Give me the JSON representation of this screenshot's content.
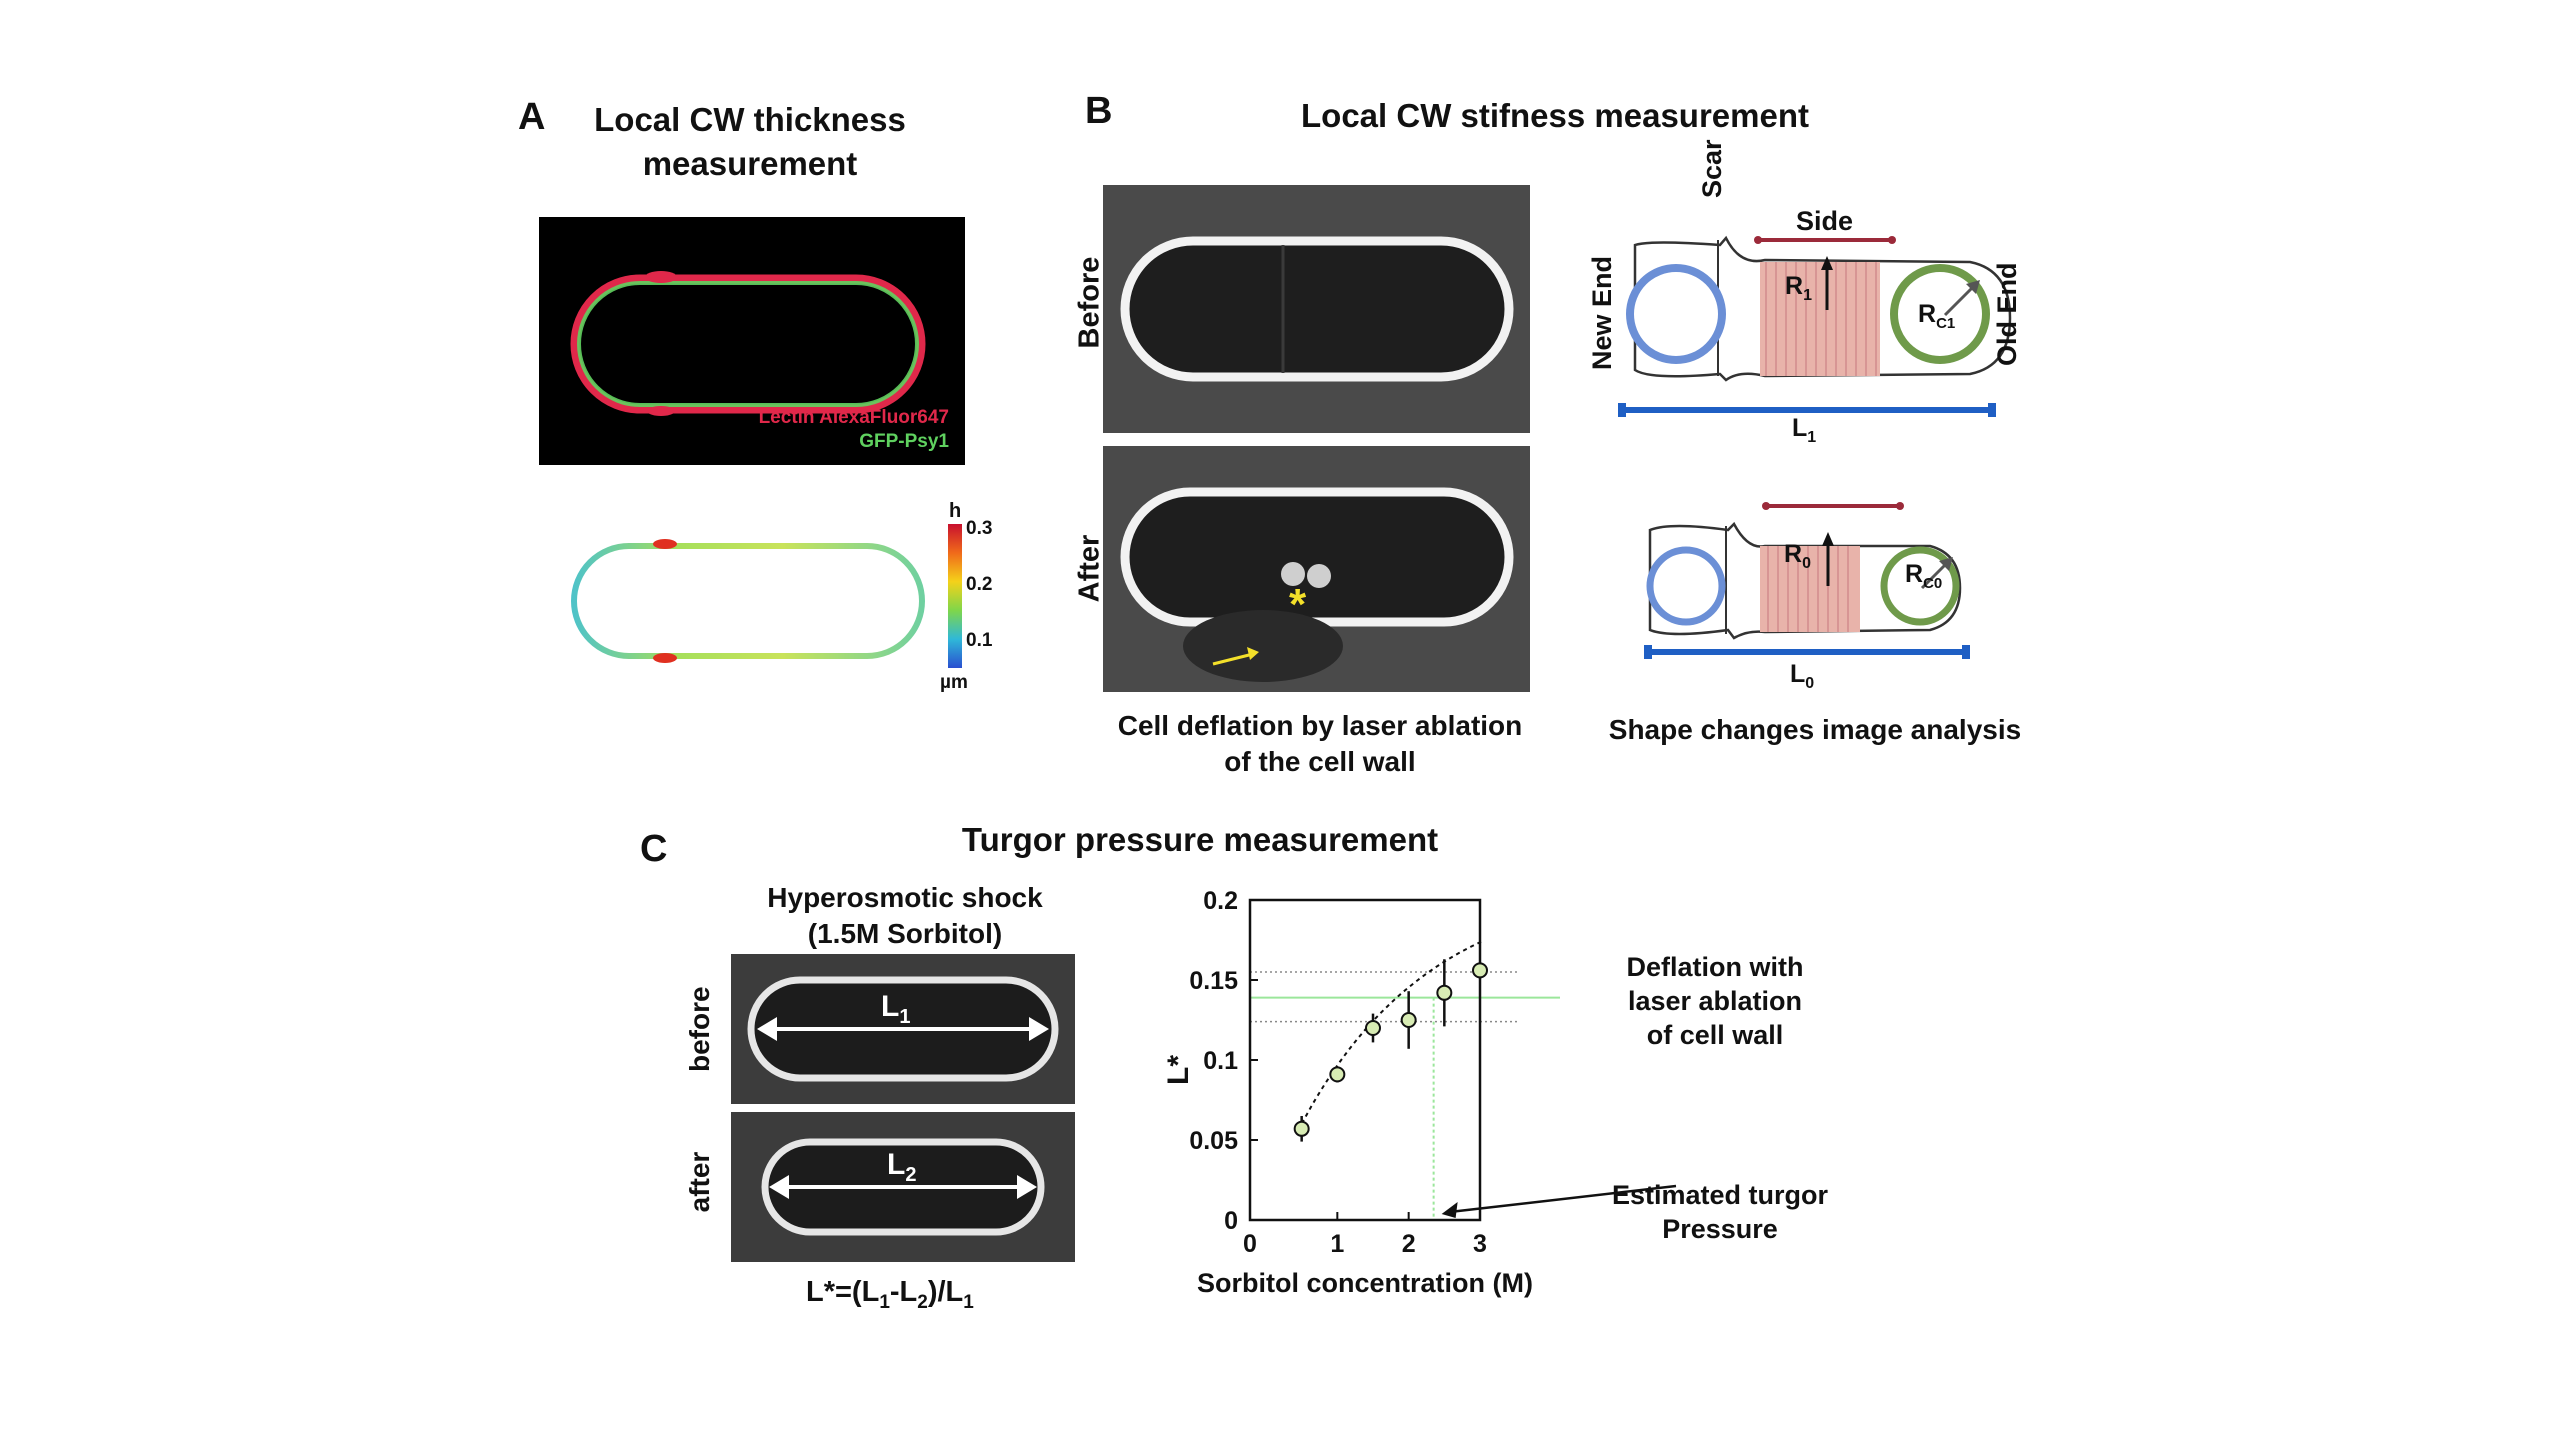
{
  "panelA": {
    "letter": "A",
    "title_line1": "Local CW thickness",
    "title_line2": "measurement",
    "legend_lectin": "Lectin AlexaFluor647",
    "legend_gfp": "GFP-Psy1",
    "colorbar": {
      "top_label": "h",
      "ticks": [
        "0.3",
        "0.2",
        "0.1"
      ],
      "unit": "µm"
    },
    "colors": {
      "lectin": "#e0284a",
      "gfp": "#5fd15f"
    }
  },
  "panelB": {
    "letter": "B",
    "title": "Local CW stifness measurement",
    "before_label": "Before",
    "after_label": "After",
    "asterisk": "*",
    "caption_line1": "Cell deflation by laser ablation",
    "caption_line2": "of the cell wall",
    "diagram": {
      "scar": "Scar",
      "side": "Side",
      "new_end": "New End",
      "old_end": "Old End",
      "r1": "R",
      "r1_sub": "1",
      "rc1": "R",
      "rc1_sub": "C1",
      "l1": "L",
      "l1_sub": "1",
      "r0": "R",
      "r0_sub": "0",
      "rc0": "R",
      "rc0_sub": "C0",
      "l0": "L",
      "l0_sub": "0"
    },
    "caption2": "Shape changes image analysis",
    "colors": {
      "new_end": "#6b8fd6",
      "old_end": "#6f9a4a",
      "side_fill": "#e8b3aa",
      "side_bar": "#9b2a3a",
      "length_bar": "#1f5fc4"
    }
  },
  "panelC": {
    "letter": "C",
    "title": "Turgor pressure measurement",
    "shock_line1": "Hyperosmotic shock",
    "shock_line2": "(1.5M Sorbitol)",
    "before_label": "before",
    "after_label": "after",
    "l1_label": "L",
    "l1_sub": "1",
    "l2_label": "L",
    "l2_sub": "2",
    "formula": "L*=(L",
    "formula_sub1": "1",
    "formula_mid": "-L",
    "formula_sub2": "2",
    "formula_end": ")/L",
    "formula_sub3": "1",
    "annotation_deflation": [
      "Deflation with",
      "laser ablation",
      "of cell wall"
    ],
    "annotation_turgor": [
      "Estimated turgor",
      "Pressure"
    ]
  },
  "chart_data": {
    "type": "scatter",
    "xlabel": "Sorbitol concentration (M)",
    "ylabel": "L*",
    "xlim": [
      0,
      3
    ],
    "ylim": [
      0,
      0.2
    ],
    "xticks": [
      "0",
      "1",
      "2",
      "3"
    ],
    "yticks": [
      "0",
      "0.05",
      "0.1",
      "0.15",
      "0.2"
    ],
    "series": [
      {
        "x": [
          0.5,
          1.0,
          1.5,
          2.0,
          2.5,
          3.0
        ],
        "y": [
          0.057,
          0.091,
          0.12,
          0.125,
          0.142,
          0.156
        ],
        "err": [
          0.008,
          0.005,
          0.009,
          0.018,
          0.021,
          0.005
        ]
      }
    ],
    "fit": "dashed curve",
    "reference_lines": {
      "deflation_y": 0.139,
      "deflation_band": [
        0.124,
        0.155
      ],
      "turgor_x": 2.35
    },
    "colors": {
      "marker_fill": "#d8ecb4",
      "reference": "#9be69b"
    }
  }
}
